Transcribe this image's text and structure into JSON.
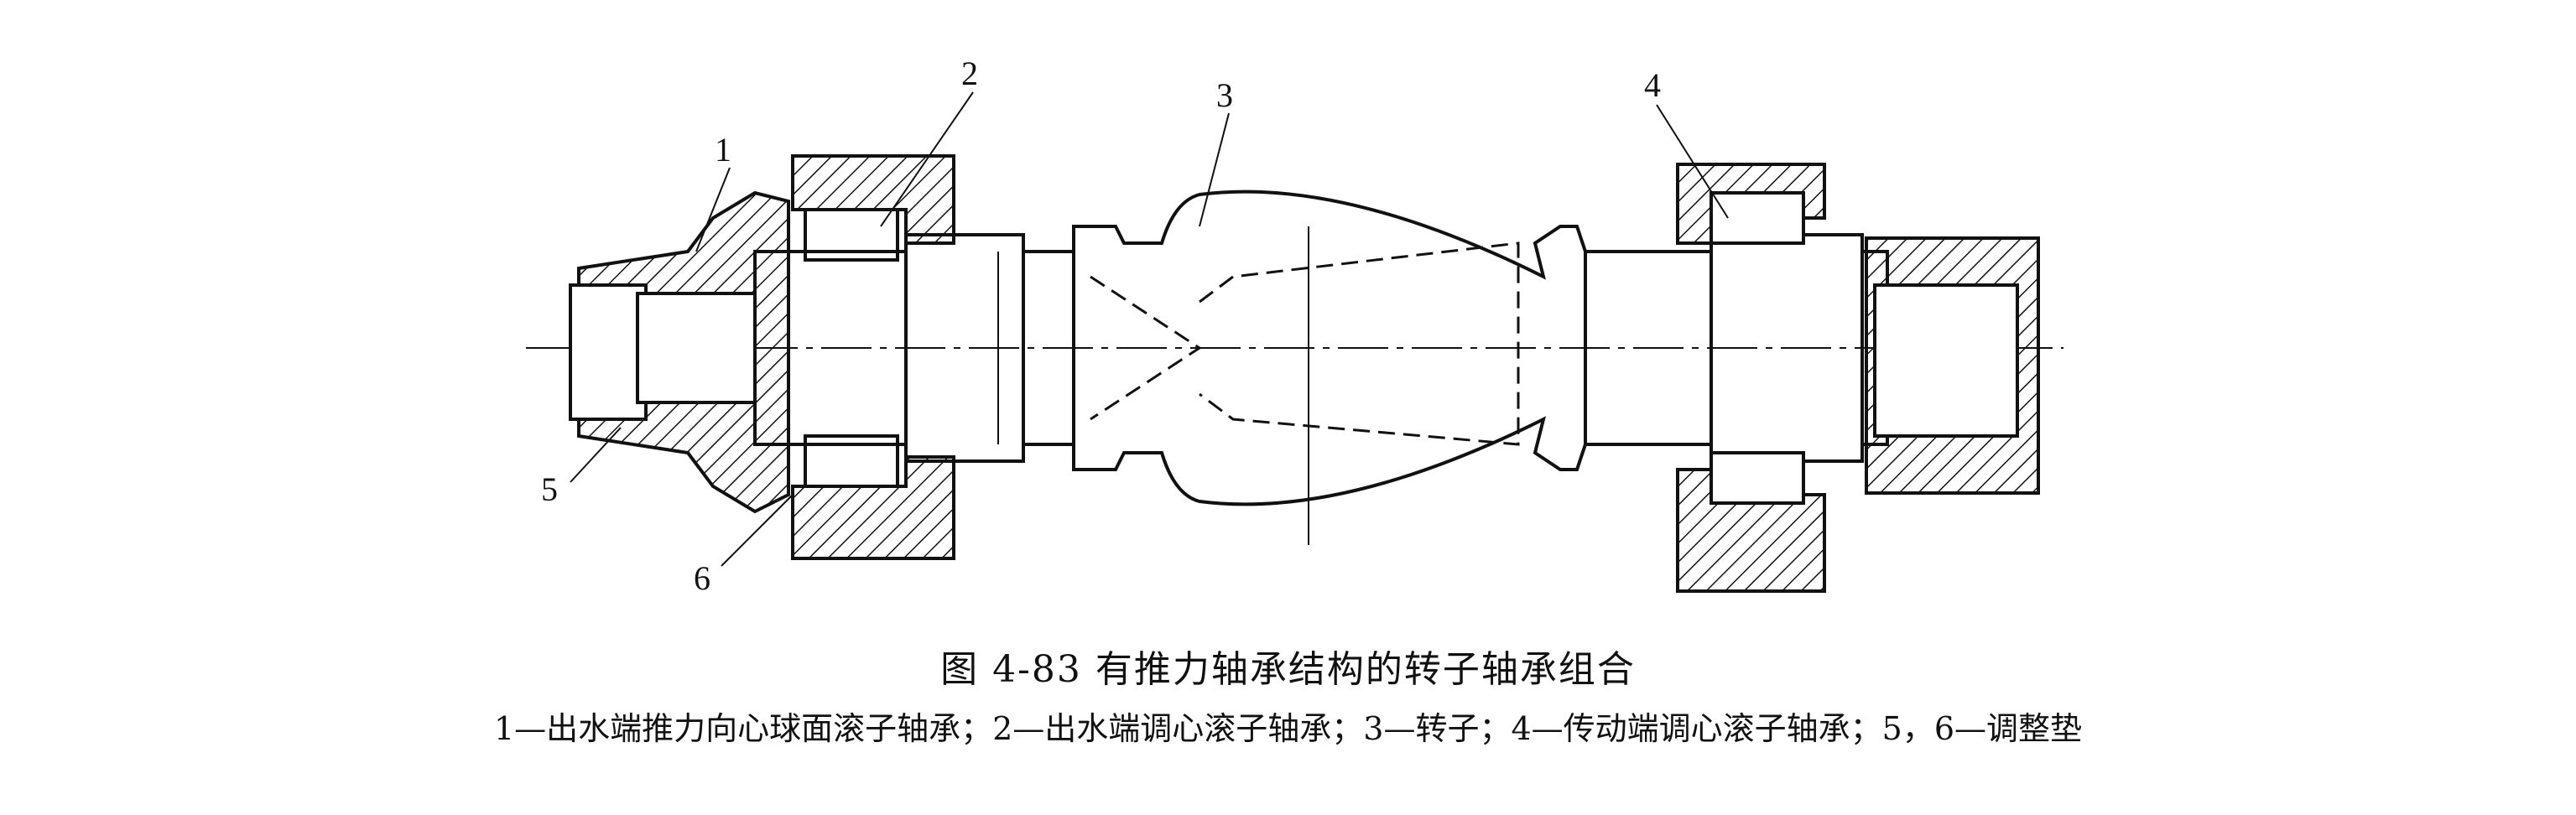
{
  "figure": {
    "labels": [
      "1",
      "2",
      "3",
      "4",
      "5",
      "6"
    ],
    "title": "图 4-83   有推力轴承结构的转子轴承组合",
    "legend": "1—出水端推力向心球面滚子轴承；2—出水端调心滚子轴承；3—转子；4—传动端调心滚子轴承；5，6—调整垫",
    "line_color": "#111111"
  }
}
